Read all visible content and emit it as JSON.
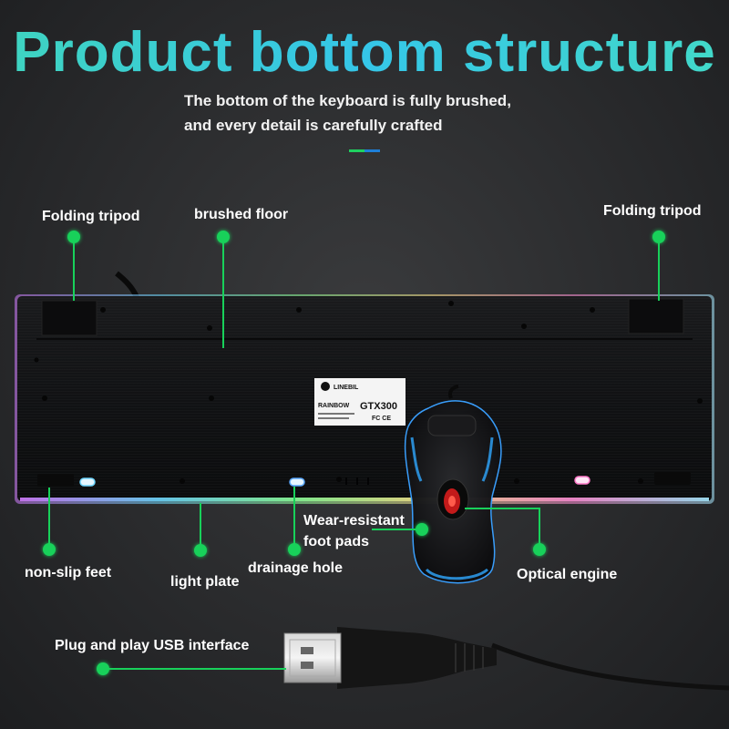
{
  "title": "Product bottom structure",
  "subtitle": {
    "line1": "The bottom of the keyboard is fully brushed,",
    "line2": "and every detail is carefully crafted"
  },
  "labels": {
    "folding_tripod_left": "Folding tripod",
    "brushed_floor": "brushed floor",
    "folding_tripod_right": "Folding tripod",
    "non_slip_feet": "non-slip feet",
    "light_plate": "light plate",
    "drainage_hole": "drainage hole",
    "wear_resistant_line1": "Wear-resistant",
    "wear_resistant_line2": "foot pads",
    "optical_engine": "Optical engine",
    "usb_interface": "Plug and play USB interface"
  },
  "device_label": {
    "brand": "LINEBIL",
    "model": "GTX300",
    "series": "RAINBOW",
    "cert": "FC CE"
  },
  "colors": {
    "title_gradient_start": "#3fd4c0",
    "title_gradient_end": "#35c6e8",
    "callout_green": "#18d15a",
    "accent_green": "#1fd060",
    "accent_blue": "#1e7fd8",
    "background": "#2a2b2d"
  },
  "icons": {
    "callout": "green-dot-icon",
    "usb": "usb-plug-icon"
  }
}
